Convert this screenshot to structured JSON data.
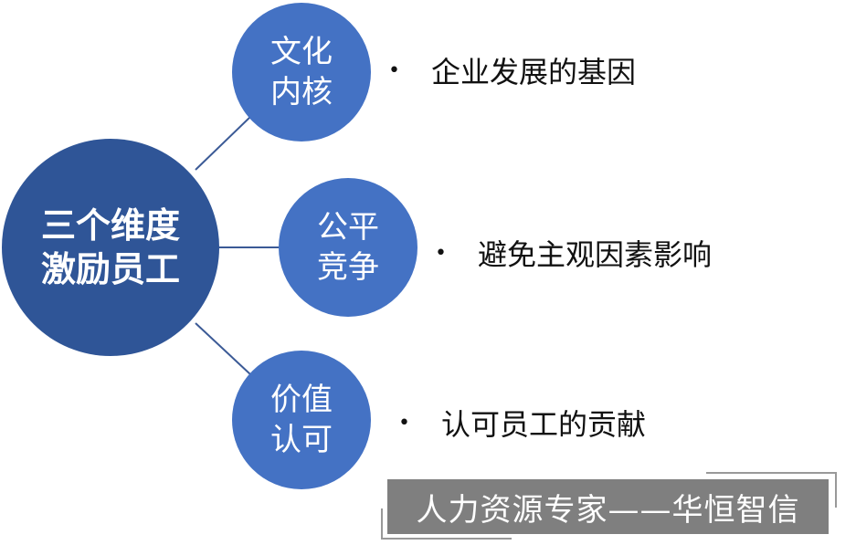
{
  "center": {
    "line1": "三个维度",
    "line2": "激励员工"
  },
  "branches": [
    {
      "line1": "文化",
      "line2": "内核",
      "bullet": "企业发展的基因"
    },
    {
      "line1": "公平",
      "line2": "竞争",
      "bullet": "避免主观因素影响"
    },
    {
      "line1": "价值",
      "line2": "认可",
      "bullet": "认可员工的贡献"
    }
  ],
  "bullet_char": "•",
  "banner": "人力资源专家——华恒智信",
  "colors": {
    "center": "#2F5597",
    "branch": "#4472C4",
    "connector": "#3B5A96",
    "banner": "#7F7F7F"
  }
}
